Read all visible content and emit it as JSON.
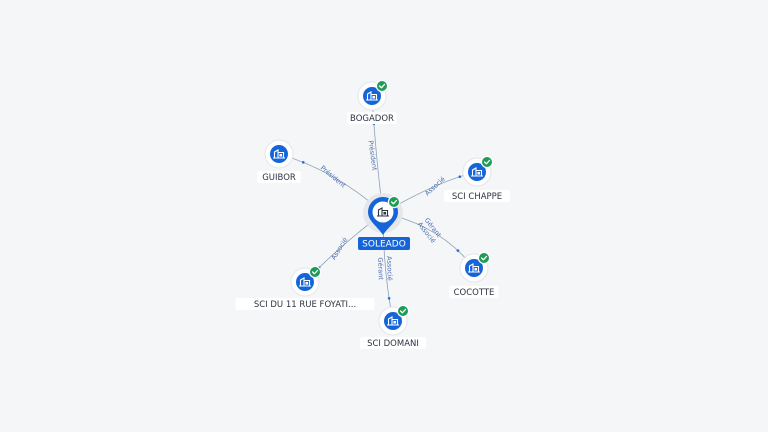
{
  "graph": {
    "center": {
      "name": "SOLEADO",
      "verified": true,
      "icon": "building-icon"
    },
    "nodes": [
      {
        "id": "bogador",
        "name": "BOGADOR",
        "verified": true,
        "icon": "building-icon"
      },
      {
        "id": "guibor",
        "name": "GUIBOR",
        "verified": false,
        "icon": "building-icon"
      },
      {
        "id": "sci-chappe",
        "name": "SCI CHAPPE",
        "verified": true,
        "icon": "building-icon"
      },
      {
        "id": "cocotte",
        "name": "COCOTTE",
        "verified": true,
        "icon": "building-icon"
      },
      {
        "id": "sci-domani",
        "name": "SCI DOMANI",
        "verified": true,
        "icon": "building-icon"
      },
      {
        "id": "sci-du-11",
        "name": "SCI DU 11 RUE FOYATI...",
        "verified": true,
        "icon": "building-icon"
      }
    ],
    "edges": [
      {
        "to": "bogador",
        "labels": [
          "Président"
        ]
      },
      {
        "to": "guibor",
        "labels": [
          "Président"
        ]
      },
      {
        "to": "sci-chappe",
        "labels": [
          "Associé"
        ]
      },
      {
        "to": "cocotte",
        "labels": [
          "Gérant",
          "Associé"
        ]
      },
      {
        "to": "sci-domani",
        "labels": [
          "Gérant",
          "Associé"
        ]
      },
      {
        "to": "sci-du-11",
        "labels": [
          "Associé"
        ]
      }
    ]
  },
  "colors": {
    "accent": "#1565d8",
    "verified": "#1e9b57",
    "edge": "#8ea0b7",
    "edge_label": "#4a6fb0"
  }
}
